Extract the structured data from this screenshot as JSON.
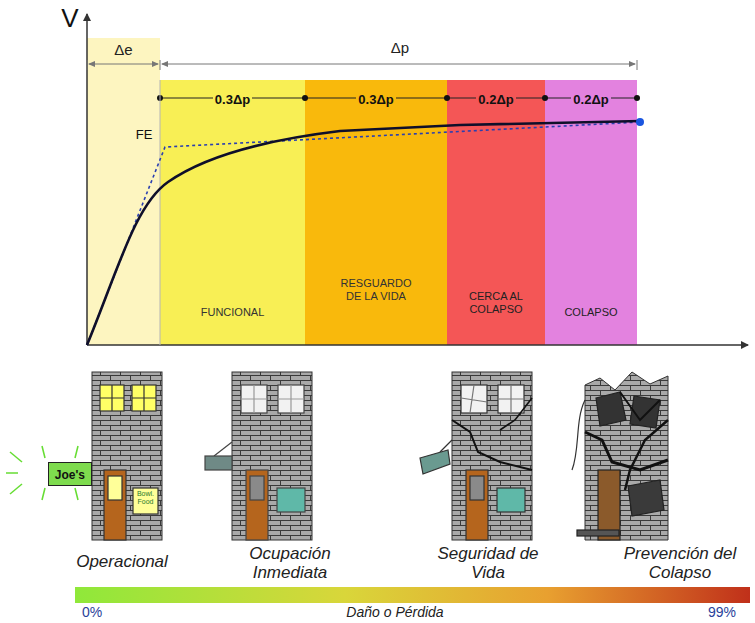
{
  "diagram": {
    "nodes": [
      {
        "text": [
          "Δe"
        ]
      },
      {
        "text": [
          "0.3Δp",
          "FUNCIONAL"
        ]
      },
      {
        "text": [
          "0.3Δp",
          "RESGUARDO DE LA VIDA"
        ]
      },
      {
        "text": [
          "0.2Δp",
          "CERCA AL COLAPSO"
        ]
      },
      {
        "text": [
          "0.2Δp",
          "COLAPSO"
        ]
      },
      {
        "text": [
          "Joe's"
        ]
      }
    ],
    "labels": [
      "V",
      "Δp",
      "FE",
      "Bowl. Food",
      "Operacional",
      "Ocupación Inmediata",
      "Seguridad de Vida",
      "Prevención del Colapso",
      "0%",
      "Daño o Pérdida",
      "99%"
    ]
  }
}
